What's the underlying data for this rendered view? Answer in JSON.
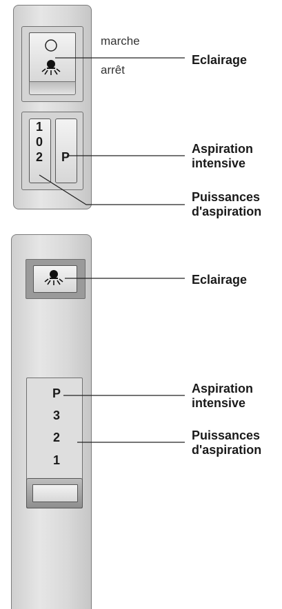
{
  "top": {
    "lighting_switch": {
      "on_label": "marche",
      "off_label": "arrêt"
    },
    "speed_switch": {
      "digits": [
        "1",
        "0",
        "2"
      ]
    },
    "boost_switch": {
      "letter": "P"
    },
    "callouts": {
      "lighting": "Eclairage",
      "boost": [
        "Aspiration",
        "intensive"
      ],
      "power": [
        "Puissances",
        "d'aspiration"
      ]
    },
    "icons": {
      "circle": "circle-icon",
      "lamp": "lamp-icon"
    }
  },
  "bottom": {
    "scale": [
      "P",
      "3",
      "2",
      "1"
    ],
    "callouts": {
      "lighting": "Eclairage",
      "boost": [
        "Aspiration",
        "intensive"
      ],
      "power": [
        "Puissances",
        "d'aspiration"
      ]
    },
    "icons": {
      "lamp": "lamp-icon"
    }
  }
}
